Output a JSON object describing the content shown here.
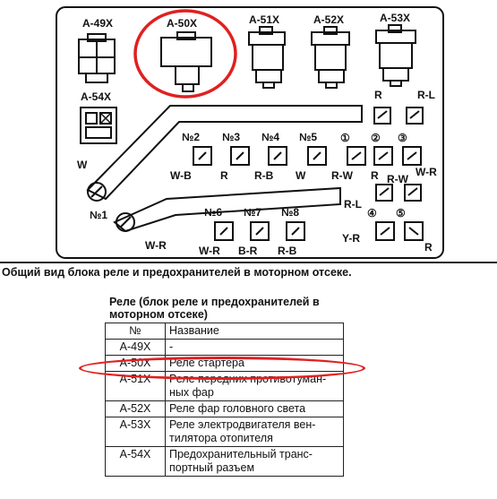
{
  "diagram": {
    "relay_labels": {
      "a49": "A-49X",
      "a50": "A-50X",
      "a51": "A-51X",
      "a52": "A-52X",
      "a53": "A-53X",
      "a54": "A-54X"
    },
    "fuse_numbers": [
      "№1",
      "№2",
      "№3",
      "№4",
      "№5",
      "№6",
      "№7",
      "№8"
    ],
    "circled_numbers": [
      "①",
      "②",
      "③",
      "④",
      "⑤"
    ],
    "wire_labels": {
      "n2": "W-B",
      "n3": "R",
      "n4": "R-B",
      "n5": "W",
      "n6": "W-R",
      "n7": "B-R",
      "n8": "R-B",
      "c1": "R-W",
      "c2": "R",
      "c3": "R-W",
      "c3b": "W-R",
      "c4": "R-L",
      "c4b": "Y-R",
      "c5": "R",
      "top1": "R",
      "top2": "R-L",
      "fuse1_left": "W",
      "fuse1_right": "W-R"
    },
    "highlight_color": "#e02020"
  },
  "caption": "Общий вид блока реле и предохранителей в моторном отсеке.",
  "table_title": "Реле (блок реле и предохранителей в моторном отсеке)",
  "table": {
    "headers": [
      "№",
      "Название"
    ],
    "rows": [
      {
        "code": "A-49X",
        "name": "-"
      },
      {
        "code": "A-50X",
        "name": "Реле стартера"
      },
      {
        "code": "A-51X",
        "name": "Реле передних противотуман-ных фар"
      },
      {
        "code": "A-52X",
        "name": "Реле фар головного света"
      },
      {
        "code": "A-53X",
        "name": "Реле электродвигателя вен-тилятора отопителя"
      },
      {
        "code": "A-54X",
        "name": "Предохранительный транс-портный разъем"
      }
    ]
  }
}
